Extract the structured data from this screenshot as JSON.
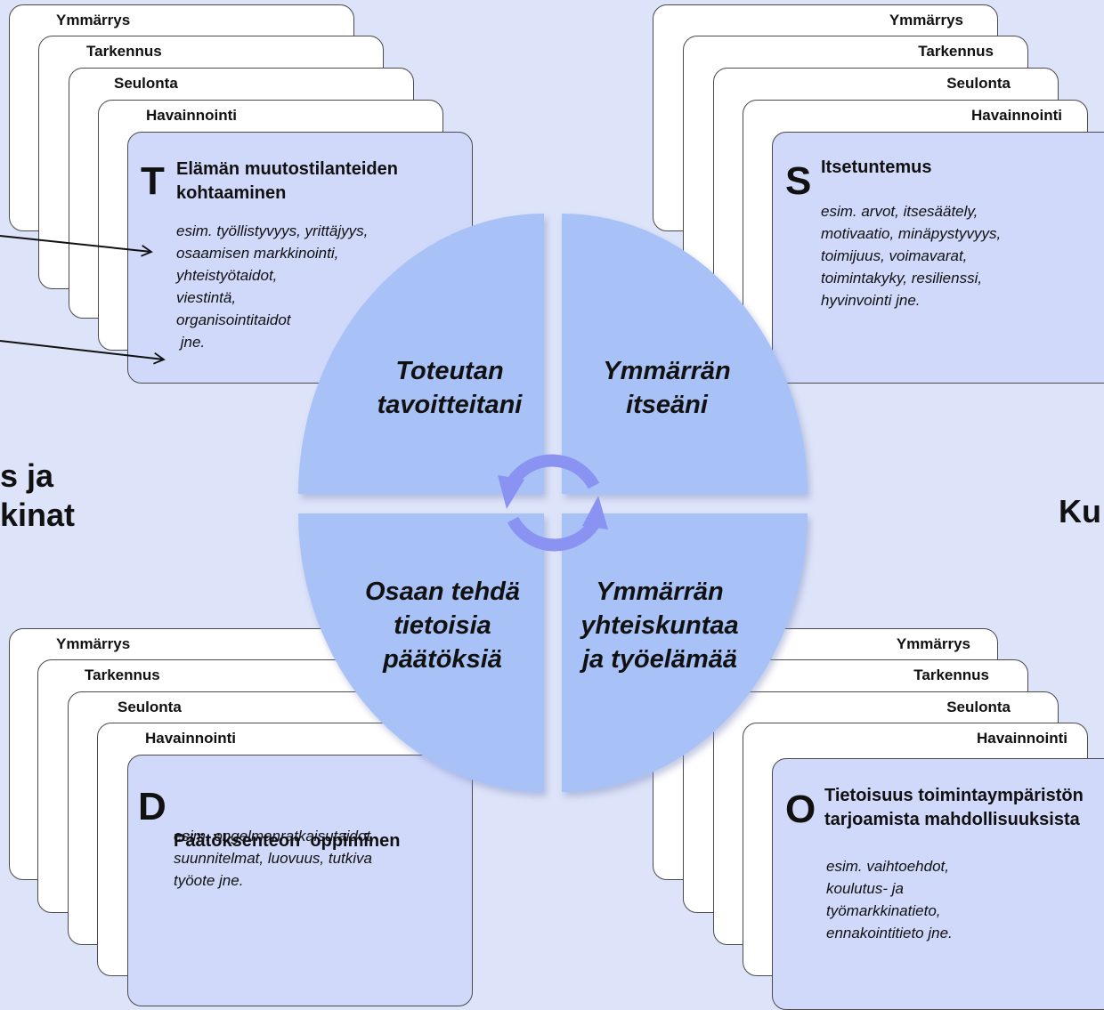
{
  "layers": [
    "Ymmärrys",
    "Tarkennus",
    "Seulonta",
    "Havainnointi"
  ],
  "quadrants": {
    "top_left": {
      "letter": "T",
      "title": [
        "Elämän muutostilanteiden",
        "kohtaaminen"
      ],
      "examples": [
        "esim. työllistyvyys, yrittäjyys,",
        "osaamisen markkinointi,",
        "yhteistyötaidot,",
        "viestintä,",
        "organisointitaidot",
        " jne."
      ]
    },
    "top_right": {
      "letter": "S",
      "title": [
        "Itsetuntemus"
      ],
      "examples": [
        "esim. arvot, itsesäätely,",
        "motivaatio, minäpystyvyys,",
        "toimijuus, voimavarat,",
        "toimintakyky, resilienssi,",
        "hyvinvointi jne."
      ]
    },
    "bottom_left": {
      "letter": "D",
      "title": [
        "Päätöksenteon  oppiminen"
      ],
      "examples": [
        "esim. ongelmanratkaisutaidot,",
        "suunnitelmat, luovuus, tutkiva",
        "työote jne."
      ]
    },
    "bottom_right": {
      "letter": "O",
      "title": [
        "Tietoisuus toimintaympäristön",
        "tarjoamista mahdollisuuksista"
      ],
      "examples": [
        "esim. vaihtoehdot,",
        "koulutus- ja",
        "työmarkkinatieto,",
        "ennakointitieto jne."
      ]
    }
  },
  "wheel": {
    "top_left": [
      "Toteutan",
      "tavoitteitani"
    ],
    "top_right": [
      "Ymmärrän",
      "itseäni"
    ],
    "bottom_left": [
      "Osaan tehdä",
      "tietoisia",
      "päätöksiä"
    ],
    "bottom_right": [
      "Ymmärrän",
      "yhteiskuntaa",
      "ja työelämää"
    ]
  },
  "side_texts": {
    "left": [
      "s ja",
      "kinat"
    ],
    "right": [
      "Ku"
    ]
  },
  "colors": {
    "background": "#dde3f8",
    "card_front": "#d1d9fb",
    "wheel_segment": "#a8c1f6",
    "cycle_arrows": "#8a93f1"
  }
}
